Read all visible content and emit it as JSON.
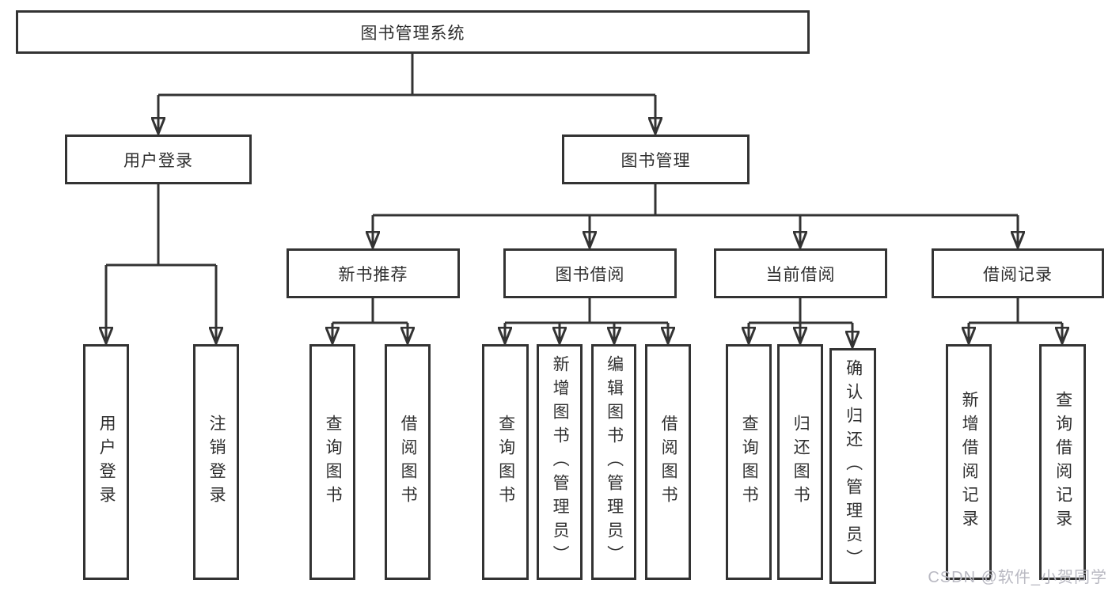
{
  "colors": {
    "line": "#333333",
    "text": "#2f2f2f",
    "bg": "#ffffff",
    "watermark": "#b9b9c2"
  },
  "watermark": {
    "text": "CSDN @软件_小贺同学"
  },
  "tree": {
    "label": "图书管理系统",
    "children": [
      {
        "label": "用户登录",
        "children": [
          {
            "label": "用户登录"
          },
          {
            "label": "注销登录"
          }
        ]
      },
      {
        "label": "图书管理",
        "children": [
          {
            "label": "新书推荐",
            "children": [
              {
                "label": "查询图书"
              },
              {
                "label": "借阅图书"
              }
            ]
          },
          {
            "label": "图书借阅",
            "children": [
              {
                "label": "查询图书"
              },
              {
                "label": "新增图书（管理员）"
              },
              {
                "label": "编辑图书（管理员）"
              },
              {
                "label": "借阅图书"
              }
            ]
          },
          {
            "label": "当前借阅",
            "children": [
              {
                "label": "查询图书"
              },
              {
                "label": "归还图书"
              },
              {
                "label": "确认归还（管理员）"
              }
            ]
          },
          {
            "label": "借阅记录",
            "children": [
              {
                "label": "新增借阅记录"
              },
              {
                "label": "查询借阅记录"
              }
            ]
          }
        ]
      }
    ]
  }
}
